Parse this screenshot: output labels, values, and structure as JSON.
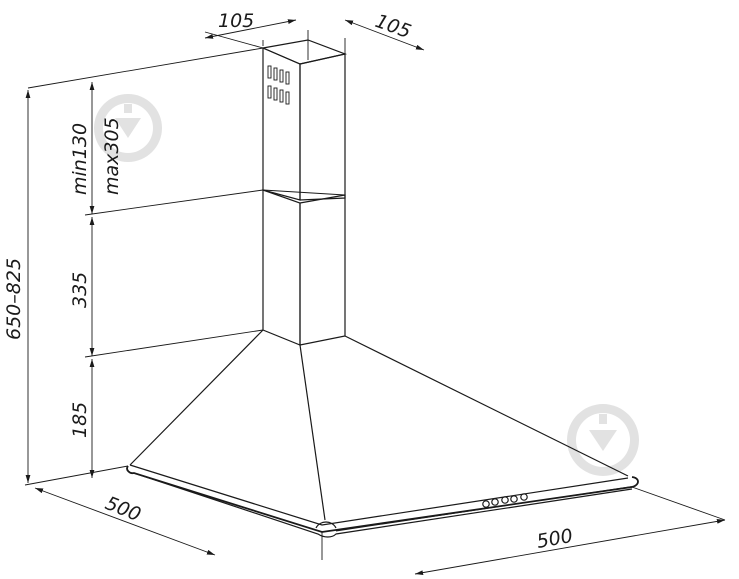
{
  "dimensions": {
    "duct_width_left": "105",
    "duct_width_right": "105",
    "height_min": "min130",
    "height_max": "max305",
    "total_height": "650–825",
    "duct_lower_height": "335",
    "hood_height": "185",
    "depth": "500",
    "width": "500"
  },
  "icons": [
    "watermark-logo-icon",
    "vent-slots-icon",
    "control-buttons-icon"
  ],
  "colors": {
    "line": "#1a1a1a",
    "watermark": "#e2e2e2",
    "background": "#ffffff"
  }
}
